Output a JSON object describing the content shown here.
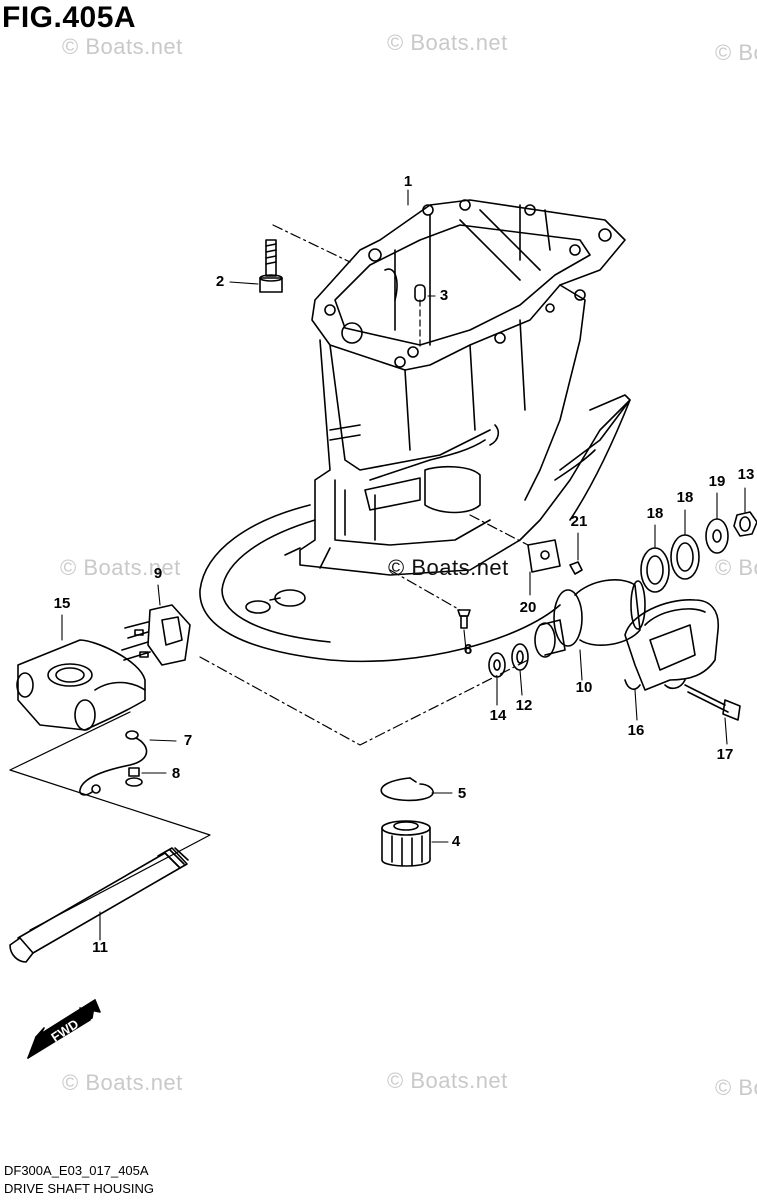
{
  "title": "FIG.405A",
  "watermark": {
    "text": "© Boats.net",
    "center_text": "© Boats.net"
  },
  "callouts": [
    "1",
    "2",
    "3",
    "4",
    "5",
    "6",
    "7",
    "8",
    "9",
    "10",
    "11",
    "12",
    "13",
    "14",
    "15",
    "16",
    "17",
    "18",
    "18",
    "19",
    "20",
    "21"
  ],
  "fwd_label": "FWD",
  "footer": {
    "code": "DF300A_E03_017_405A",
    "caption": "DRIVE SHAFT HOUSING"
  }
}
